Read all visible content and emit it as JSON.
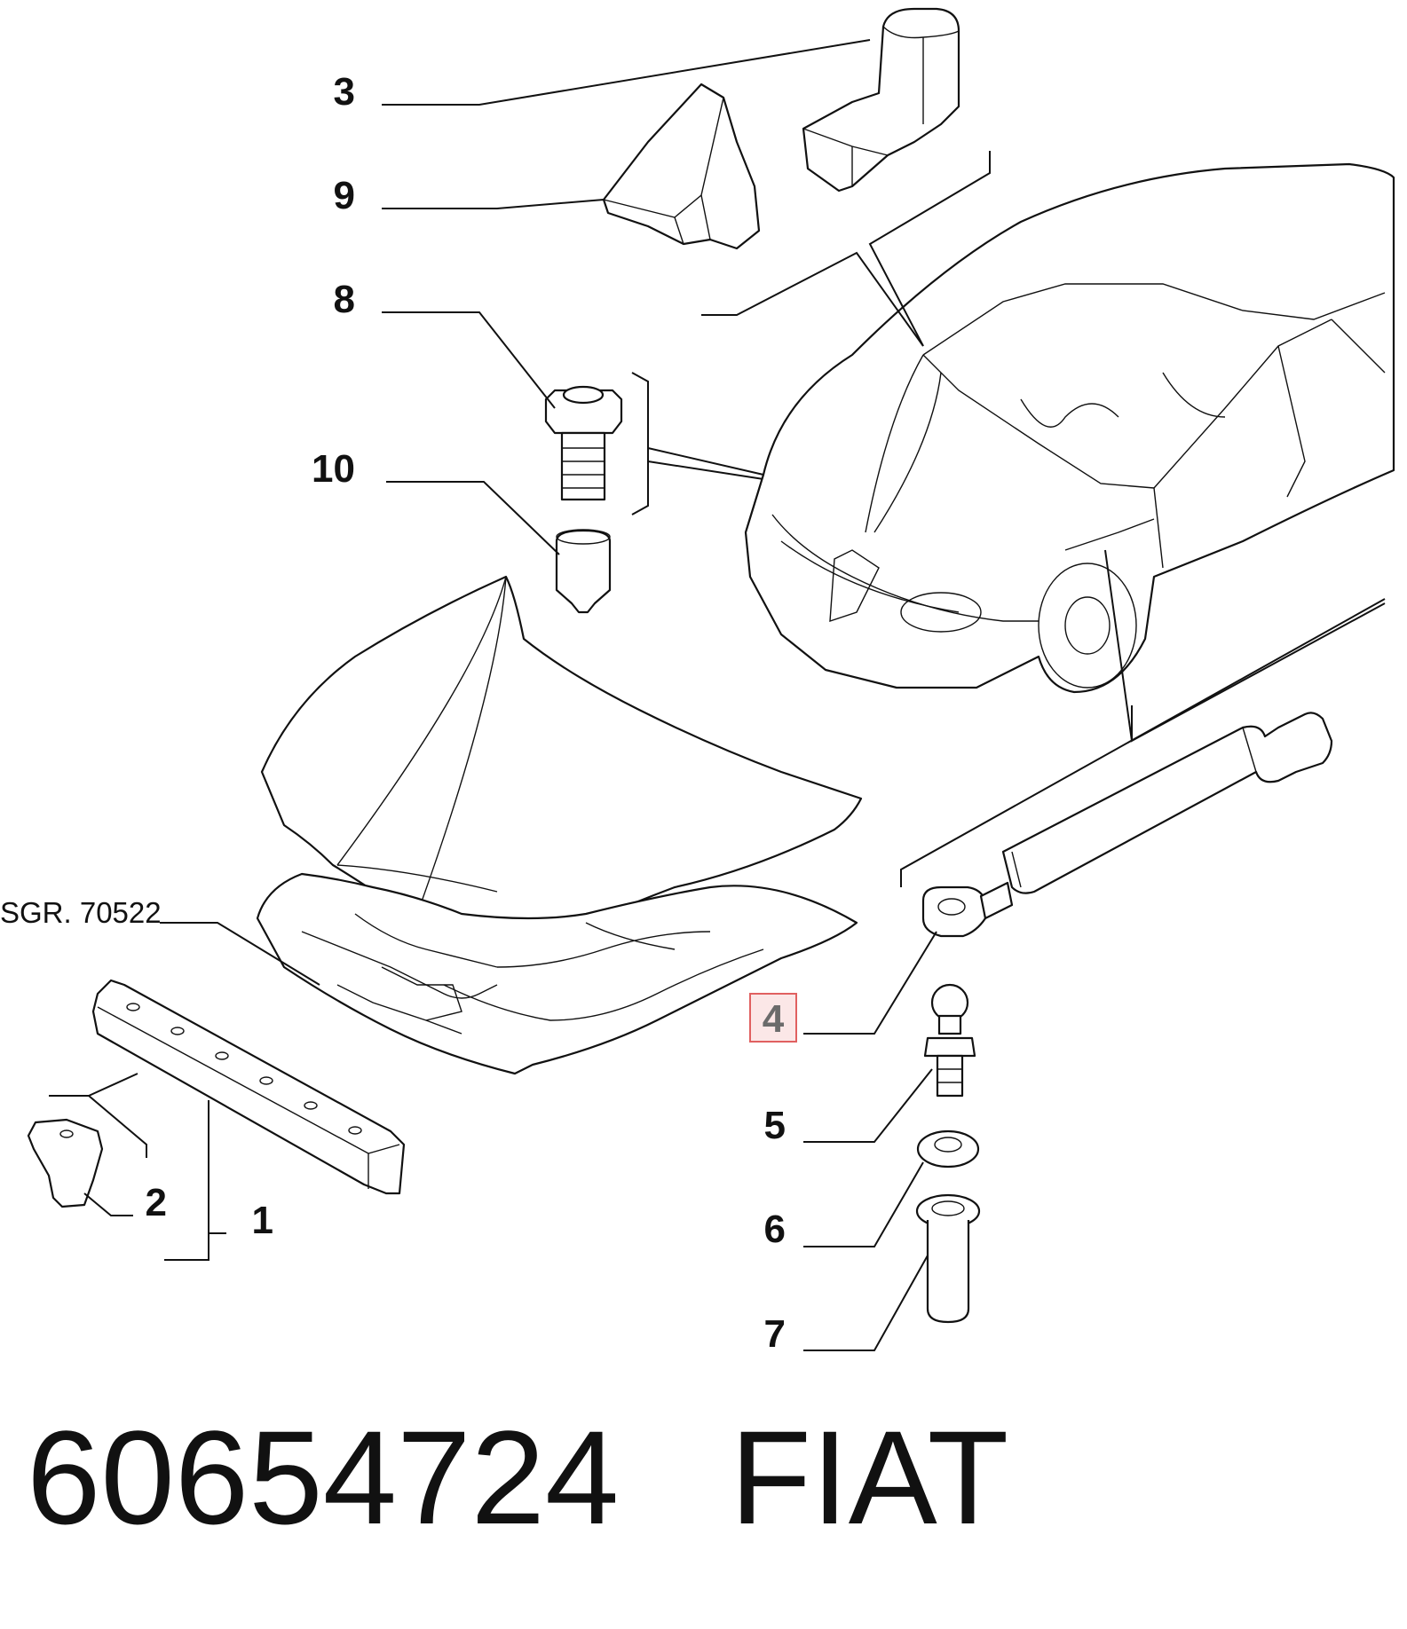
{
  "callouts": {
    "p1": "1",
    "p2": "2",
    "p3": "3",
    "p4": "4",
    "p5": "5",
    "p6": "6",
    "p7": "7",
    "p8": "8",
    "p9": "9",
    "p10": "10"
  },
  "highlighted_callout": "4",
  "highlight_color": "#e06060",
  "reference": "SGR. 70522",
  "footer": {
    "part_number": "60654724",
    "brand": "FIAT"
  }
}
